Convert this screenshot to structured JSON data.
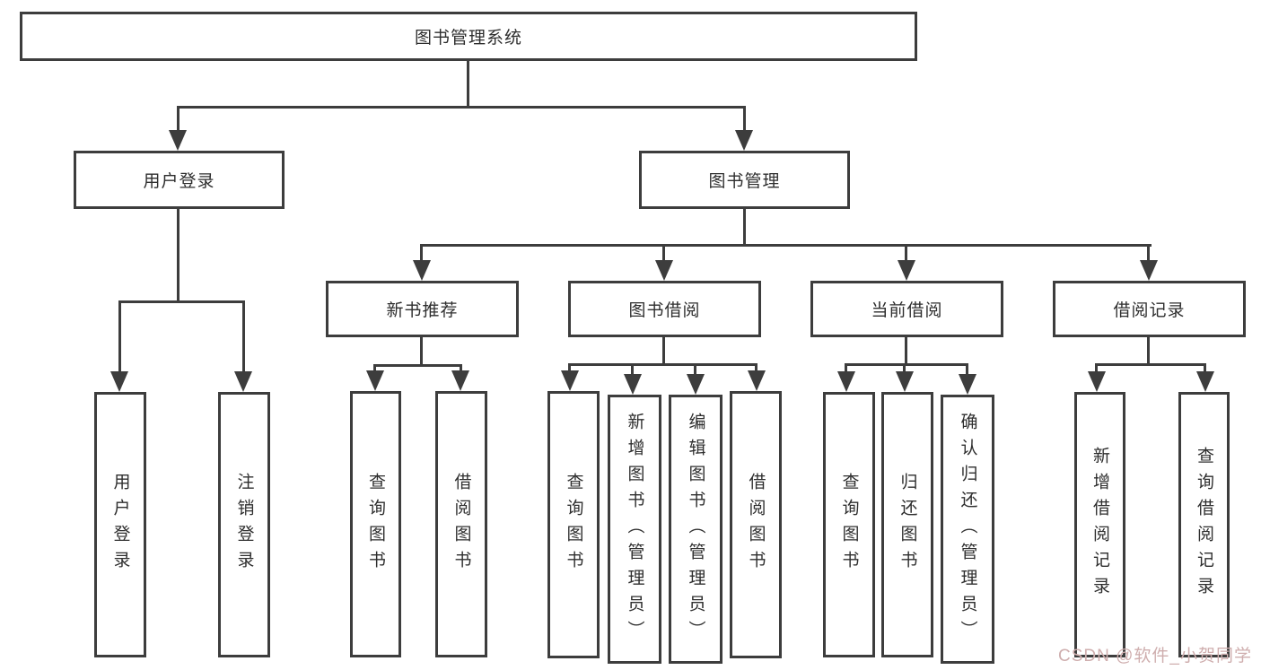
{
  "tree": {
    "root": {
      "label": "图书管理系统"
    },
    "branches": [
      {
        "label": "用户登录",
        "leaves": [
          {
            "label": "用户登录"
          },
          {
            "label": "注销登录"
          }
        ]
      },
      {
        "label": "图书管理",
        "groups": [
          {
            "label": "新书推荐",
            "leaves": [
              {
                "label": "查询图书"
              },
              {
                "label": "借阅图书"
              }
            ]
          },
          {
            "label": "图书借阅",
            "leaves": [
              {
                "label": "查询图书"
              },
              {
                "label": "新增图书（管理员）"
              },
              {
                "label": "编辑图书（管理员）"
              },
              {
                "label": "借阅图书"
              }
            ]
          },
          {
            "label": "当前借阅",
            "leaves": [
              {
                "label": "查询图书"
              },
              {
                "label": "归还图书"
              },
              {
                "label": "确认归还（管理员）"
              }
            ]
          },
          {
            "label": "借阅记录",
            "leaves": [
              {
                "label": "新增借阅记录"
              },
              {
                "label": "查询借阅记录"
              }
            ]
          }
        ]
      }
    ]
  },
  "colors": {
    "line": "#3d3d3d",
    "box_background": "#ffffff",
    "text": "#2e2e2e",
    "watermark": "#cfaeae"
  },
  "watermark": {
    "text": "CSDN @软件_小贺同学"
  }
}
